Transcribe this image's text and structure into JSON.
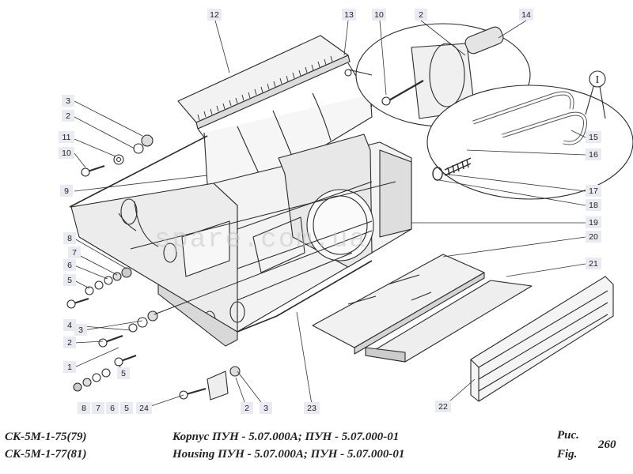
{
  "watermark": "spare.com.ua",
  "footer": {
    "model_codes": [
      "СК-5М-1-75(79)",
      "СК-5М-1-77(81)"
    ],
    "title_ru": "Корпус ПУН - 5.07.000А; ПУН - 5.07.000-01",
    "title_en": "Housing ПУН - 5.07.000А; ПУН - 5.07.000-01",
    "fig_label_ru": "Рис.",
    "fig_label_en": "Fig.",
    "fig_number": "260"
  },
  "detail_callout": "I",
  "part_labels": [
    "12",
    "13",
    "10",
    "2",
    "14",
    "3",
    "2",
    "11",
    "10",
    "9",
    "15",
    "16",
    "17",
    "18",
    "19",
    "20",
    "8",
    "7",
    "6",
    "5",
    "4",
    "3",
    "2",
    "1",
    "5",
    "21",
    "8",
    "7",
    "6",
    "5",
    "24",
    "2",
    "3",
    "23",
    "22"
  ]
}
